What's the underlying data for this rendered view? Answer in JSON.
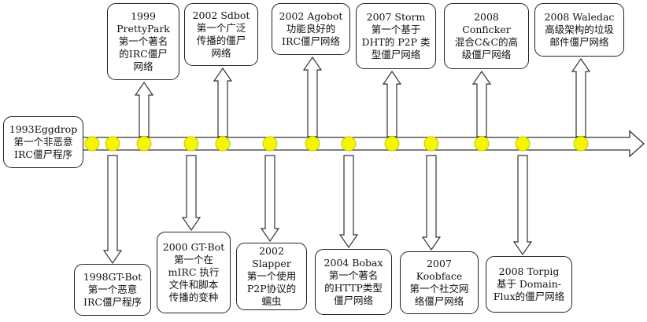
{
  "timeline": {
    "colors": {
      "dot": "#f5f500",
      "dot_stroke": "#c8c800",
      "line": "#333333",
      "box_border": "#222222"
    },
    "events": [
      {
        "id": "e1993",
        "text": "1993Eggdrop\n第一个非恶意\nIRC僵尸程序",
        "position": "left"
      },
      {
        "id": "e1998",
        "text": "1998GT-Bot\n第一个恶意\nIRC僵尸程序",
        "position": "below"
      },
      {
        "id": "e1999",
        "text": "1999\nPrettyPark\n第一个著名\n的IRC僵尸\n网络",
        "position": "above"
      },
      {
        "id": "e2000",
        "text": "2000 GT-Bot\n第一个在\nmIRC 执行\n文件和脚本\n传播的变种",
        "position": "below"
      },
      {
        "id": "e2002s",
        "text": "2002 Sdbot\n第一个广泛\n传播的僵尸\n网络",
        "position": "above"
      },
      {
        "id": "e2002sl",
        "text": "2002 Slapper\n第一个使用\nP2P协议的\n蠕虫",
        "position": "below"
      },
      {
        "id": "e2002a",
        "text": "2002 Agobot\n功能良好的\nIRC僵尸网络",
        "position": "above"
      },
      {
        "id": "e2004",
        "text": "2004 Bobax\n第一个著名\n的HTTP类型\n僵尸网络",
        "position": "below"
      },
      {
        "id": "e2007s",
        "text": "2007 Storm\n第一个基于\nDHT的 P2P 类\n型僵尸网络",
        "position": "above"
      },
      {
        "id": "e2007k",
        "text": "2007 Koobface\n第一个社交网\n络僵尸网络",
        "position": "below"
      },
      {
        "id": "e2008c",
        "text": "2008\nConficker\n混合C&C的高\n级僵尸网络",
        "position": "above"
      },
      {
        "id": "e2008t",
        "text": "2008 Torpig\n基于 Domain-\nFlux的僵尸网络",
        "position": "below"
      },
      {
        "id": "e2008w",
        "text": "2008 Waledac\n高级架构的垃圾\n邮件僵尸网络",
        "position": "above"
      }
    ]
  }
}
